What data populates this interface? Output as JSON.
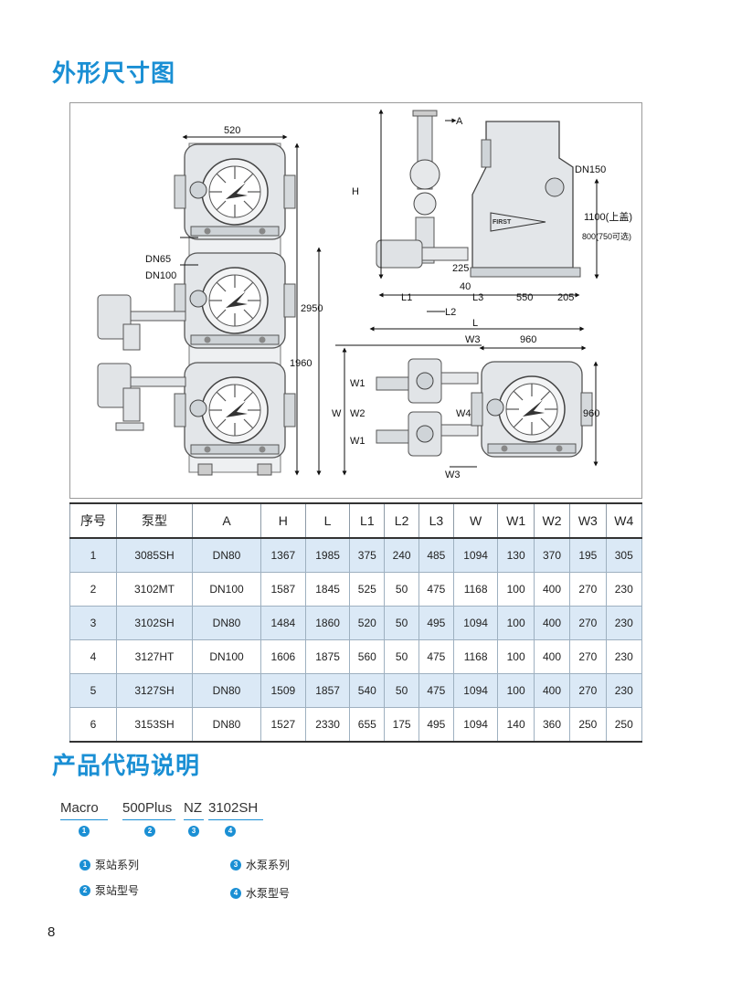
{
  "titles": {
    "dimensions": "外形尺寸图",
    "product_code": "产品代码说明"
  },
  "drawing": {
    "labels": {
      "d520": "520",
      "dn65": "DN65",
      "dn100": "DN100",
      "d2950": "2950",
      "d1960": "1960",
      "a": "A",
      "h": "H",
      "dn150": "DN150",
      "d1100": "1100(上盖)",
      "d800": "800(750可选)",
      "d225": "225",
      "d40": "40",
      "l1": "L1",
      "l3": "L3",
      "d550": "550",
      "d205": "205",
      "l2": "L2",
      "l": "L",
      "w3_top": "W3",
      "d960_h": "960",
      "w1_top": "W1",
      "w": "W",
      "w2": "W2",
      "w4": "W4",
      "d960_v": "960",
      "w1_bot": "W1",
      "w3_bot": "W3"
    }
  },
  "table": {
    "headers": [
      "序号",
      "泵型",
      "A",
      "H",
      "L",
      "L1",
      "L2",
      "L3",
      "W",
      "W1",
      "W2",
      "W3",
      "W4"
    ],
    "rows": [
      [
        "1",
        "3085SH",
        "DN80",
        "1367",
        "1985",
        "375",
        "240",
        "485",
        "1094",
        "130",
        "370",
        "195",
        "305"
      ],
      [
        "2",
        "3102MT",
        "DN100",
        "1587",
        "1845",
        "525",
        "50",
        "475",
        "1168",
        "100",
        "400",
        "270",
        "230"
      ],
      [
        "3",
        "3102SH",
        "DN80",
        "1484",
        "1860",
        "520",
        "50",
        "495",
        "1094",
        "100",
        "400",
        "270",
        "230"
      ],
      [
        "4",
        "3127HT",
        "DN100",
        "1606",
        "1875",
        "560",
        "50",
        "475",
        "1168",
        "100",
        "400",
        "270",
        "230"
      ],
      [
        "5",
        "3127SH",
        "DN80",
        "1509",
        "1857",
        "540",
        "50",
        "475",
        "1094",
        "100",
        "400",
        "270",
        "230"
      ],
      [
        "6",
        "3153SH",
        "DN80",
        "1527",
        "2330",
        "655",
        "175",
        "495",
        "1094",
        "140",
        "360",
        "250",
        "250"
      ]
    ]
  },
  "code": {
    "parts": [
      "Macro",
      "500Plus",
      "NZ",
      "3102SH"
    ],
    "numbers": [
      "1",
      "2",
      "3",
      "4"
    ]
  },
  "legend": [
    {
      "num": "1",
      "text": "泵站系列"
    },
    {
      "num": "2",
      "text": "泵站型号"
    },
    {
      "num": "3",
      "text": "水泵系列"
    },
    {
      "num": "4",
      "text": "水泵型号"
    }
  ],
  "colors": {
    "accent": "#1a8fd4",
    "row_highlight": "#dbe9f6"
  },
  "page_number": "8"
}
